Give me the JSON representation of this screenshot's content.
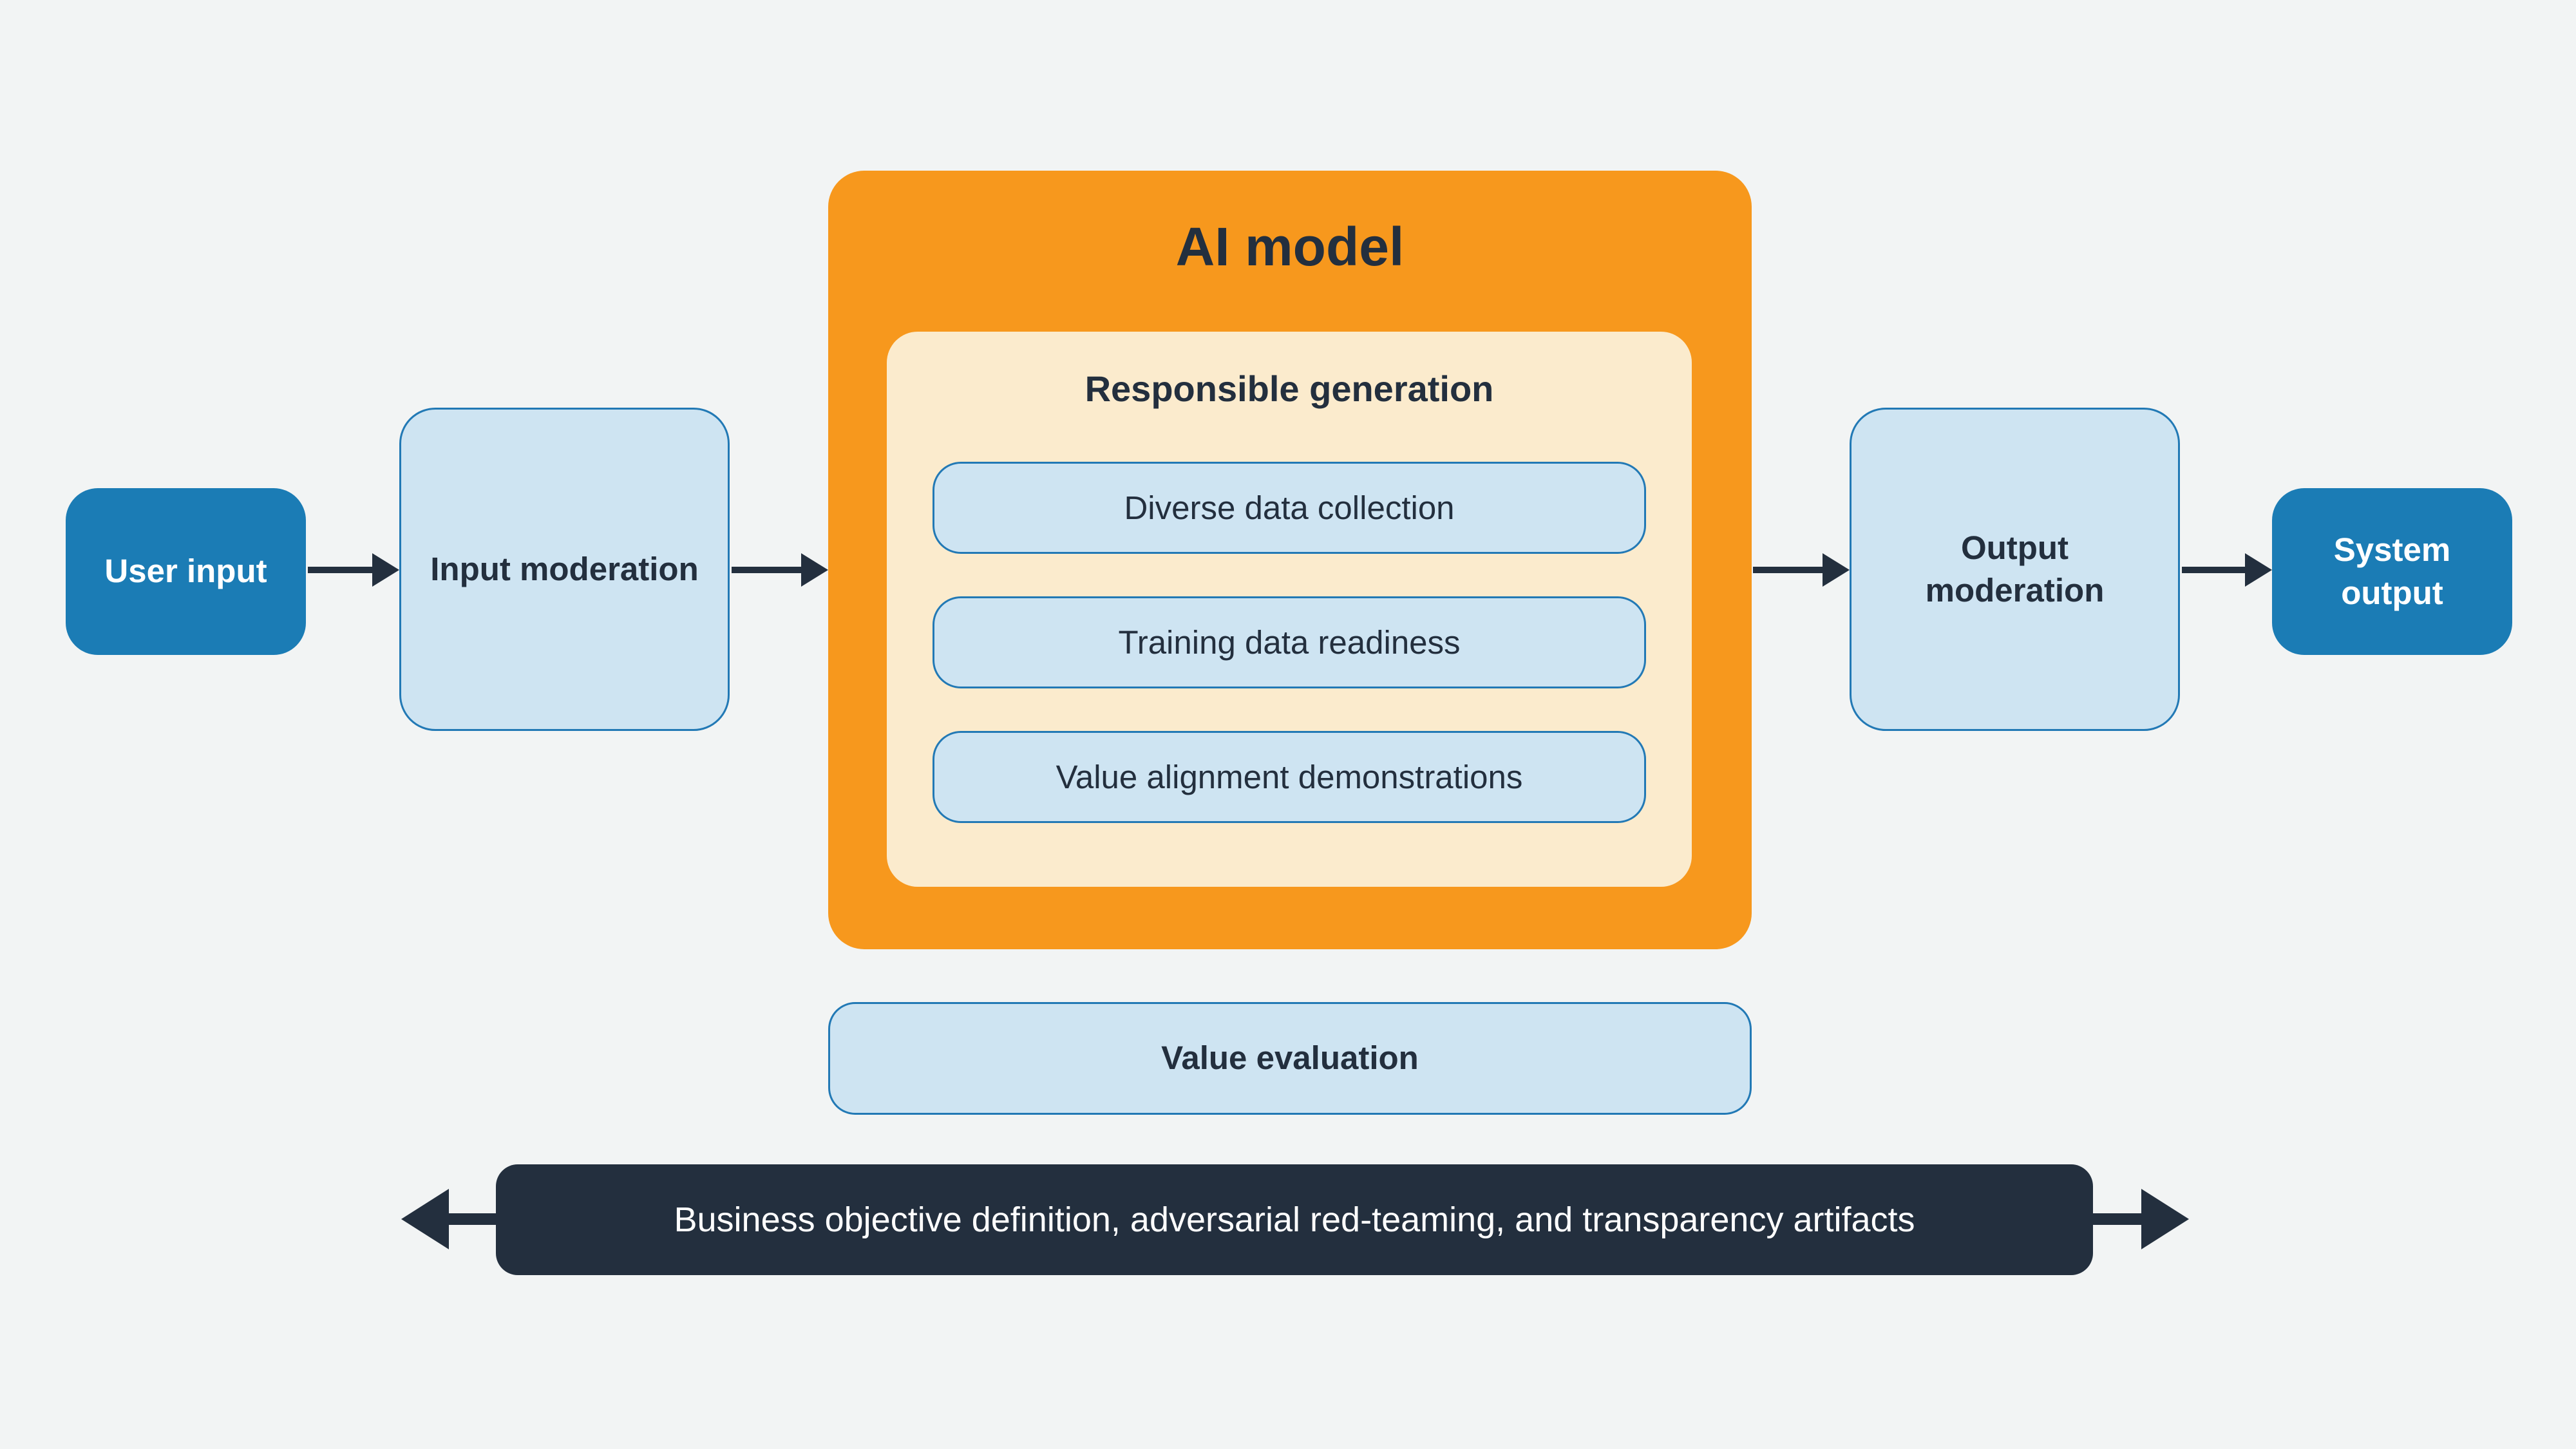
{
  "colors": {
    "background": "#F2F4F4",
    "dark_blue": "#1B7CB5",
    "light_blue_fill": "#CEE4F2",
    "blue_border": "#2279B5",
    "orange": "#F7981D",
    "cream": "#FBEBCD",
    "dark_navy": "#232F3E",
    "text_on_dark": "#FFFFFF"
  },
  "diagram": {
    "nodes": {
      "user_input": "User input",
      "input_moderation": "Input moderation",
      "ai_model_title": "AI model",
      "responsible_generation_title": "Responsible generation",
      "pills": [
        "Diverse data collection",
        "Training data readiness",
        "Value alignment demonstrations"
      ],
      "output_moderation": "Output moderation",
      "system_output": "System output",
      "value_evaluation": "Value evaluation",
      "bottom_bar": "Business objective definition, adversarial red-teaming, and transparency artifacts"
    }
  }
}
